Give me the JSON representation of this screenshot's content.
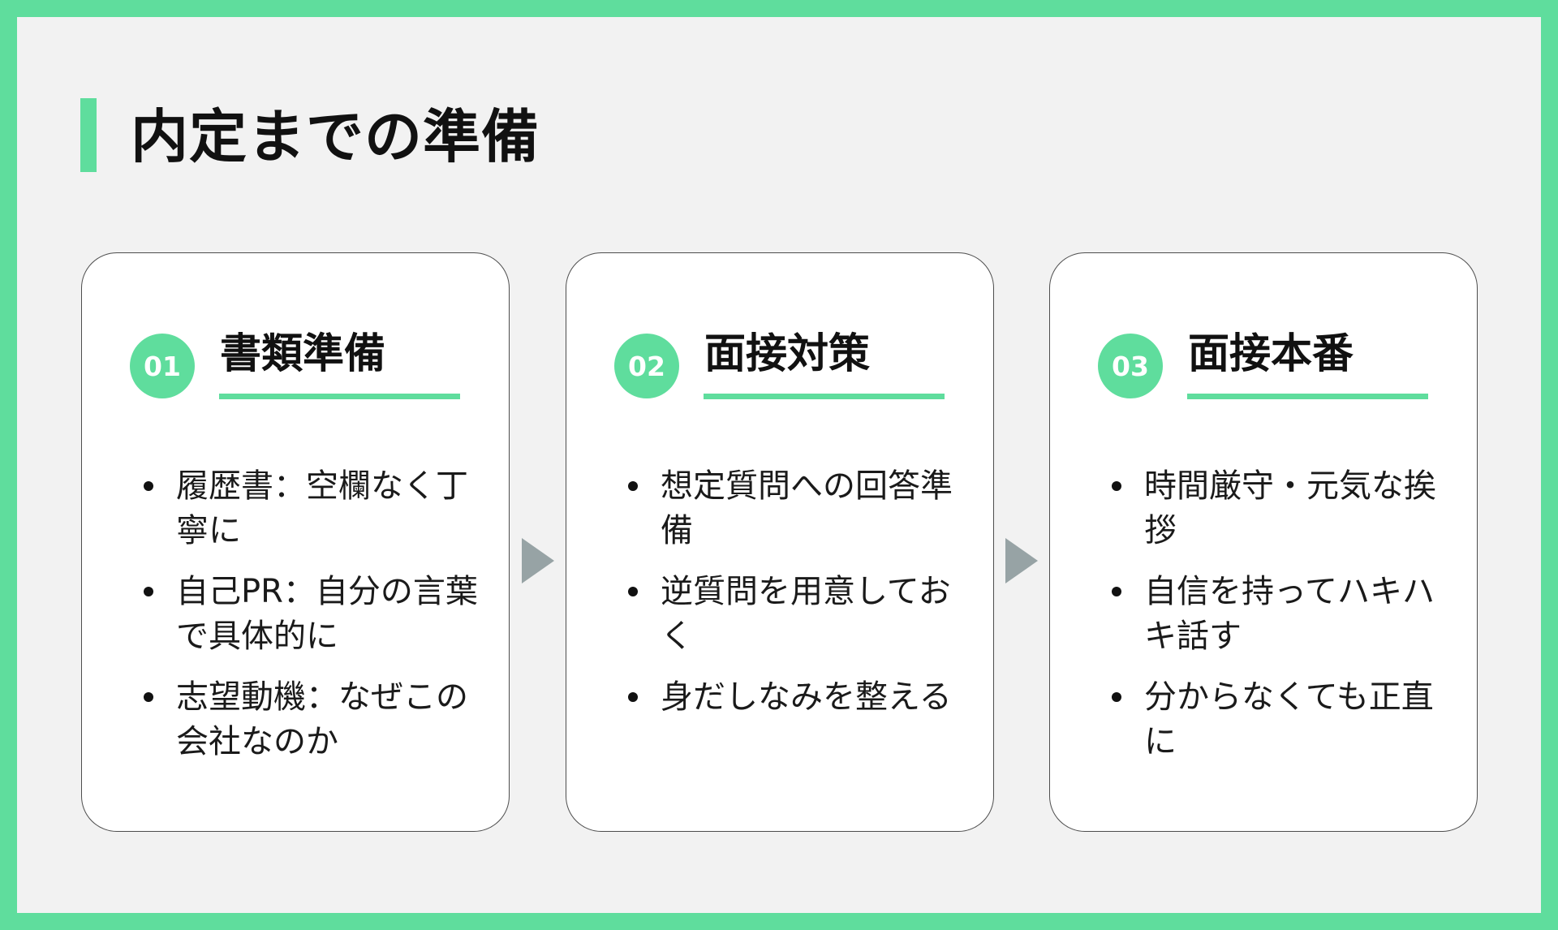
{
  "title": "内定までの準備",
  "steps": [
    {
      "number": "01",
      "title": "書類準備",
      "items": [
        "履歴書：空欄なく丁寧に",
        "自己PR：自分の言葉で具体的に",
        "志望動機：なぜこの会社なのか"
      ]
    },
    {
      "number": "02",
      "title": "面接対策",
      "items": [
        "想定質問への回答準備",
        "逆質問を用意しておく",
        "身だしなみを整える"
      ]
    },
    {
      "number": "03",
      "title": "面接本番",
      "items": [
        "時間厳守・元気な挨拶",
        "自信を持ってハキハキ話す",
        "分からなくても正直に"
      ]
    }
  ],
  "colors": {
    "accent": "#5fdd9d",
    "background": "#f2f2f2",
    "card": "#ffffff",
    "arrow": "#97a3a5"
  },
  "icons": {
    "arrow": "arrow-right-icon"
  }
}
